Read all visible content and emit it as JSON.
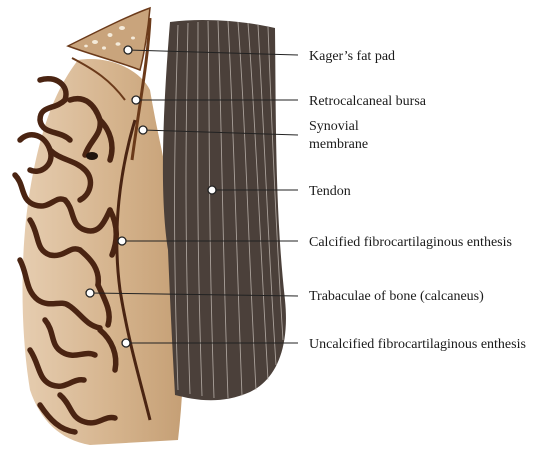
{
  "labels": [
    {
      "id": "kager",
      "text": "Kager’s fat pad"
    },
    {
      "id": "bursa",
      "text": "Retrocalcaneal bursa"
    },
    {
      "id": "synovial_1",
      "text": "Synovial"
    },
    {
      "id": "synovial_2",
      "text": "membrane"
    },
    {
      "id": "tendon",
      "text": "Tendon"
    },
    {
      "id": "calcified",
      "text": "Calcified fibrocartilaginous enthesis"
    },
    {
      "id": "trabeculae",
      "text": "Trabaculae of bone (calcaneus)"
    },
    {
      "id": "uncalcified",
      "text": "Uncalcified fibrocartilaginous enthesis"
    }
  ],
  "colors": {
    "tendon": "#4b403a",
    "fibrocartilage": "#d8b995",
    "bone": "#4a2412",
    "fat_pad": "#c9a47c",
    "synovial": "#6b3a1a"
  }
}
